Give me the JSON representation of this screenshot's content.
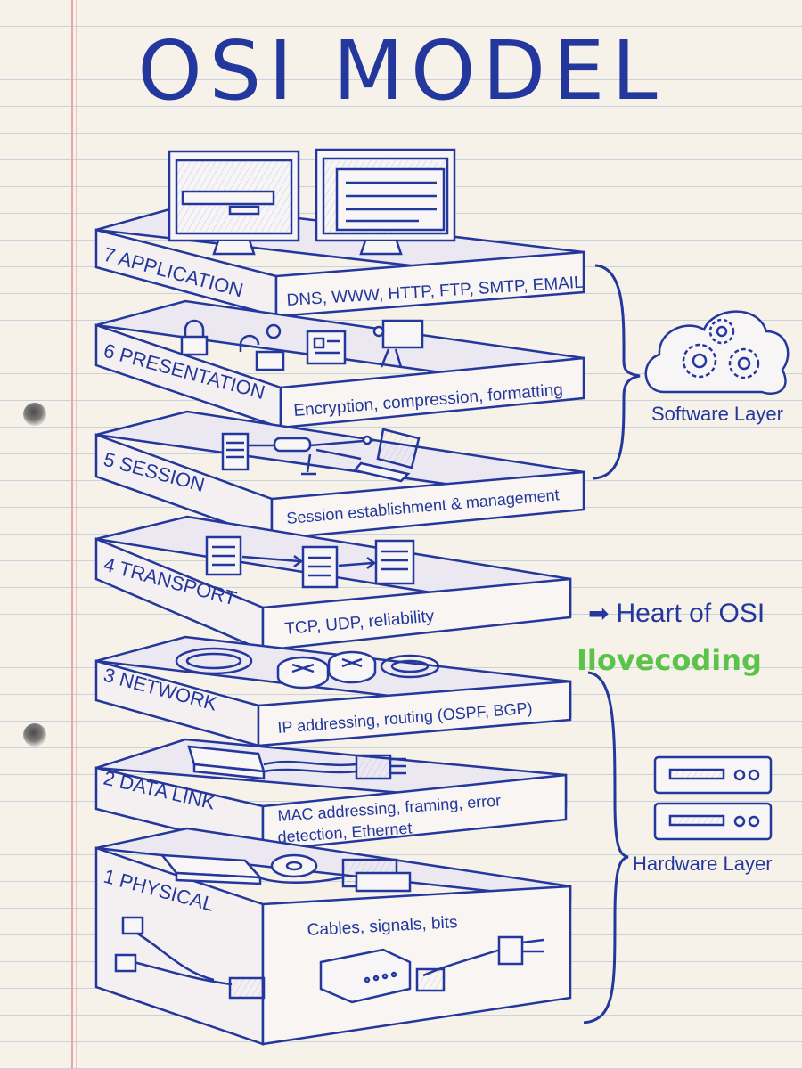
{
  "title": "OSI MODEL",
  "layers": [
    {
      "number": "7",
      "name": "APPLICATION",
      "description": "DNS, WWW, HTTP, FTP, SMTP, EMAIL"
    },
    {
      "number": "6",
      "name": "PRESENTATION",
      "description": "Encryption, compression, formatting"
    },
    {
      "number": "5",
      "name": "SESSION",
      "description": "Session establishment & management"
    },
    {
      "number": "4",
      "name": "TRANSPORT",
      "description": "TCP, UDP, reliability"
    },
    {
      "number": "3",
      "name": "NETWORK",
      "description": "IP addressing, routing (OSPF, BGP)"
    },
    {
      "number": "2",
      "name": "DATA LINK",
      "description_line1": "MAC addressing, framing, error",
      "description_line2": "detection, Ethernet"
    },
    {
      "number": "1",
      "name": "PHYSICAL",
      "description": "Cables, signals, bits"
    }
  ],
  "groups": {
    "software": "Software Layer",
    "hardware": "Hardware Layer",
    "heart": "Heart of OSI"
  },
  "brand": "Ilovecoding",
  "icons": {
    "monitors": [
      "monitor-search-icon",
      "monitor-document-icon"
    ],
    "presentation": [
      "padlock-icon",
      "unlocked-padlock-icon",
      "document-icon",
      "presentation-board-icon"
    ],
    "session": [
      "server-icon",
      "connector-icon",
      "laptop-icon"
    ],
    "transport": [
      "server-icon",
      "server-icon",
      "server-icon"
    ],
    "network": [
      "cable-loop-icon",
      "router-icon",
      "router-icon",
      "cable-loop-icon"
    ],
    "datalink": [
      "switch-icon",
      "ethernet-plug-icon"
    ],
    "physical": [
      "modem-icon",
      "fiber-connector-icon",
      "ethernet-cable-icon",
      "network-card-icon"
    ],
    "side": [
      "cloud-gears-icon",
      "hardware-server-icon"
    ]
  },
  "colors": {
    "ink": "#23379c",
    "paper": "#f6f2e9",
    "brand": "#5cc34a",
    "margin": "#e8a7a7"
  }
}
